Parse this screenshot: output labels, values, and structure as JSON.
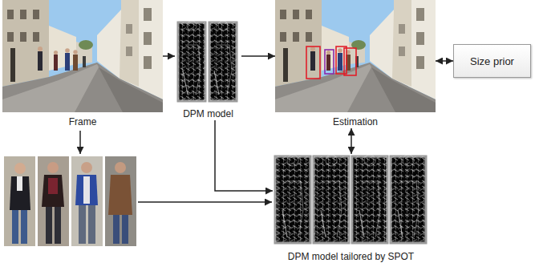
{
  "diagram": {
    "nodes": [
      {
        "text": [
          "Frame"
        ]
      },
      {
        "text": [
          "DPM model"
        ]
      },
      {
        "text": [
          "Estimation"
        ]
      },
      {
        "text": [
          "Size prior"
        ]
      },
      {
        "text": [
          "DPM model tailored by SPOT"
        ]
      }
    ],
    "edges": [
      {
        "from": 0,
        "to": 1,
        "arrow": "to"
      },
      {
        "from": 1,
        "to": 2,
        "arrow": "to"
      },
      {
        "from": 2,
        "to": 3,
        "arrow": "both"
      },
      {
        "from": 1,
        "to": 4,
        "arrow": "to"
      },
      {
        "from": 2,
        "to": 4,
        "arrow": "both"
      }
    ]
  }
}
